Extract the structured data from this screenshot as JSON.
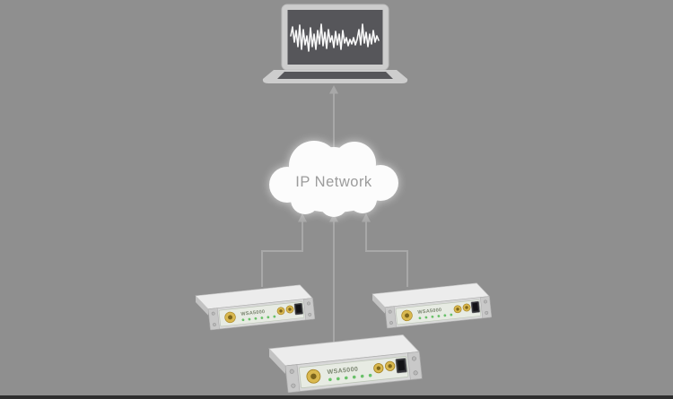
{
  "scene": {
    "type": "network-topology-illustration",
    "background_color": "#8f8f8f",
    "footer_bar_color": "#2e2e2e"
  },
  "laptop": {
    "icon": "laptop-waveform-icon",
    "screen": "signal-waveform-display"
  },
  "network": {
    "cloud_label": "IP Network",
    "cloud_color": "#fcfcfc",
    "label_color": "#9c9c9c"
  },
  "connections": {
    "arrow_color": "#a8a8a8"
  },
  "devices": {
    "units": [
      {
        "position": "bottom-left",
        "label": "WSA5000"
      },
      {
        "position": "bottom-center",
        "label": "WSA5000"
      },
      {
        "position": "bottom-right",
        "label": "WSA5000"
      }
    ],
    "connector_color": "#d9b84f",
    "led_color": "#69c169"
  }
}
